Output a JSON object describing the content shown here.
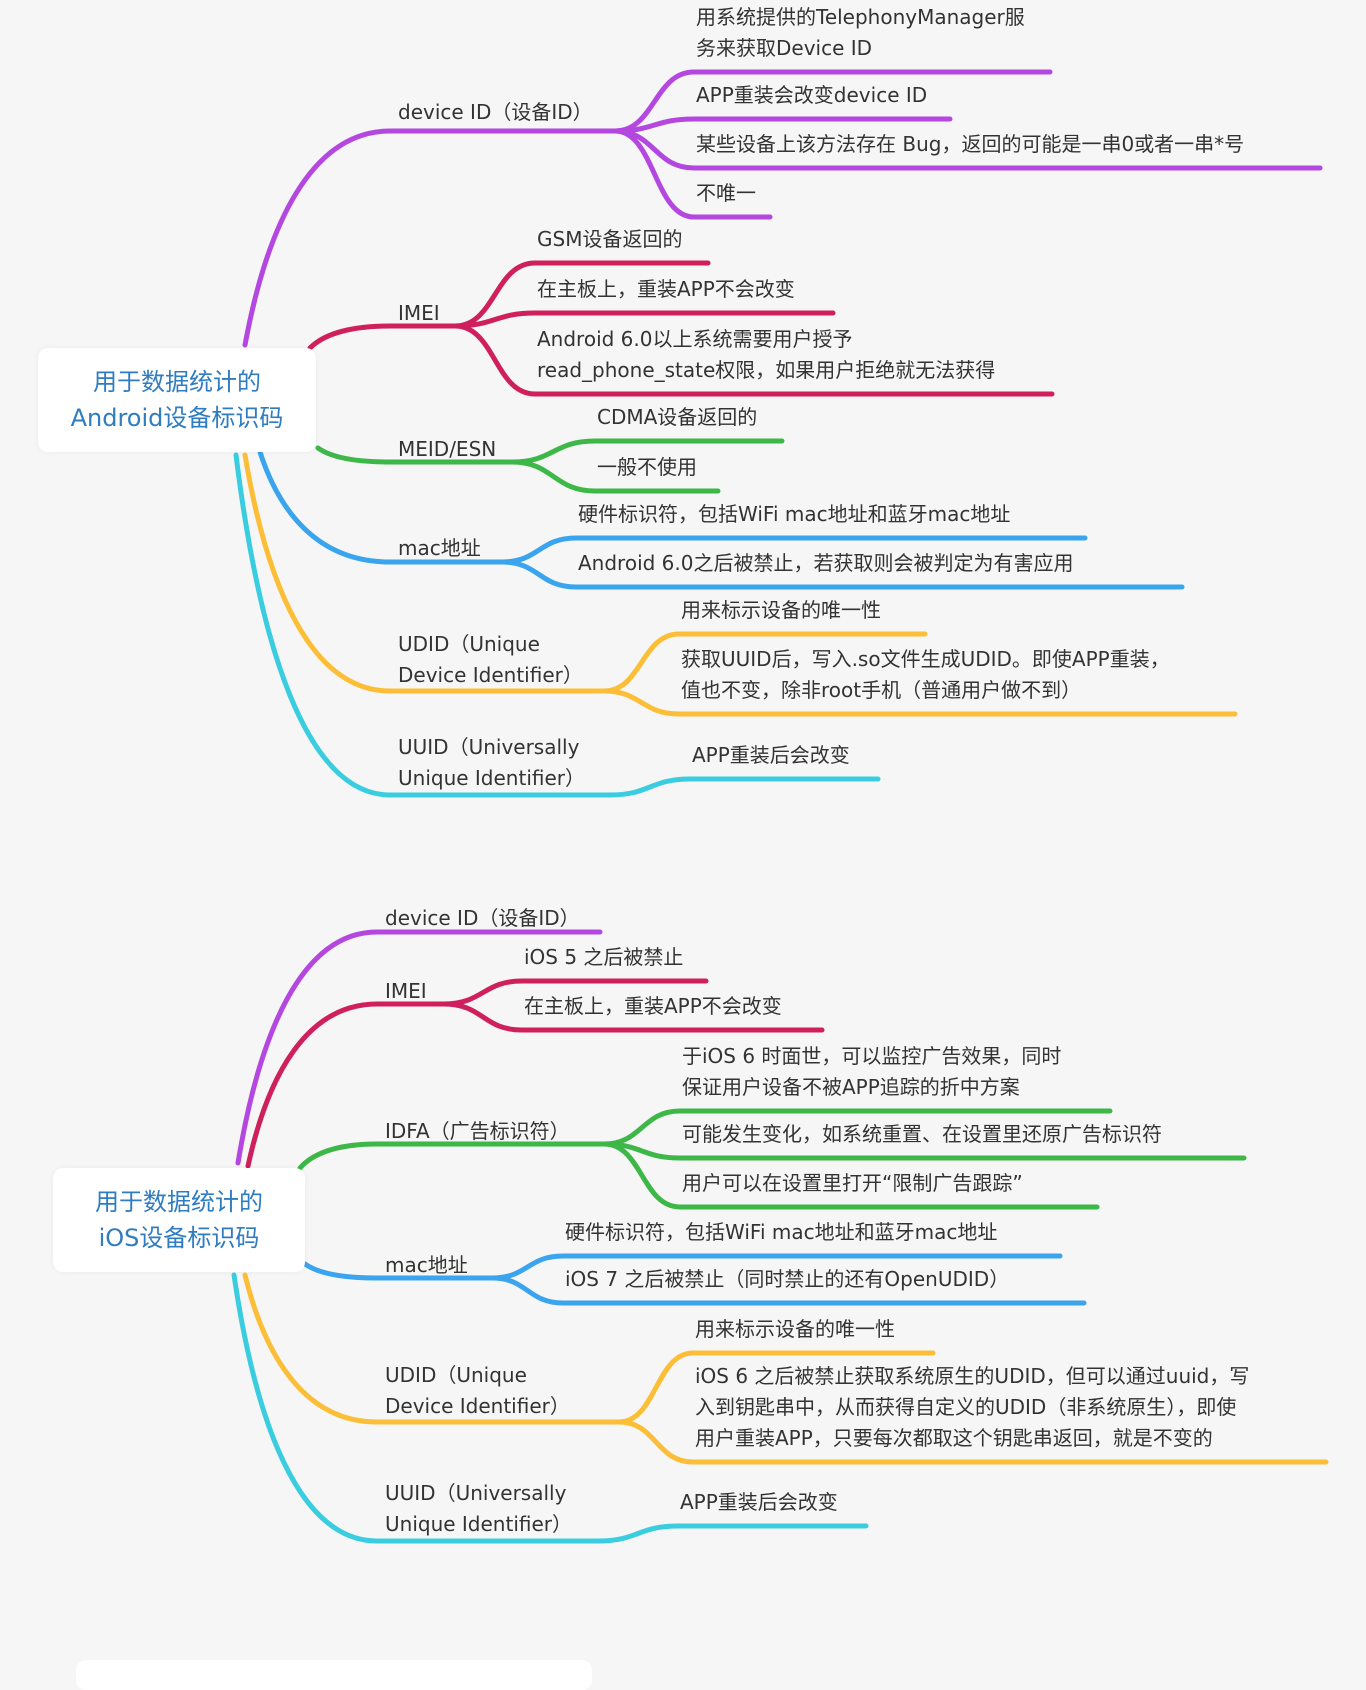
{
  "colors": {
    "purple": "#b447e0",
    "crimson": "#cf1f5c",
    "green": "#3db747",
    "blue": "#3aa4ef",
    "orange": "#fdbe37",
    "cyan": "#3acde0",
    "root_text": "#2f7cc0",
    "text": "#333333"
  },
  "maps": [
    {
      "root": "用于数据统计的\nAndroid设备标识码",
      "branches": [
        {
          "color": "purple",
          "label": "device ID（设备ID）",
          "children": [
            "用系统提供的TelephonyManager服\n务来获取Device ID",
            "APP重装会改变device ID",
            "某些设备上该方法存在 Bug，返回的可能是一串0或者一串*号",
            "不唯一"
          ]
        },
        {
          "color": "crimson",
          "label": "IMEI",
          "children": [
            "GSM设备返回的",
            "在主板上，重装APP不会改变",
            "Android 6.0以上系统需要用户授予\nread_phone_state权限，如果用户拒绝就无法获得"
          ]
        },
        {
          "color": "green",
          "label": "MEID/ESN",
          "children": [
            "CDMA设备返回的",
            "一般不使用"
          ]
        },
        {
          "color": "blue",
          "label": "mac地址",
          "children": [
            "硬件标识符，包括WiFi mac地址和蓝牙mac地址",
            "Android 6.0之后被禁止，若获取则会被判定为有害应用"
          ]
        },
        {
          "color": "orange",
          "label": "UDID（Unique\nDevice Identifier）",
          "children": [
            "用来标示设备的唯一性",
            "获取UUID后，写入.so文件生成UDID。即使APP重装，\n值也不变，除非root手机（普通用户做不到）"
          ]
        },
        {
          "color": "cyan",
          "label": "UUID（Universally\nUnique Identifier）",
          "children": [
            "APP重装后会改变"
          ]
        }
      ]
    },
    {
      "root": "用于数据统计的\niOS设备标识码",
      "branches": [
        {
          "color": "purple",
          "label": "device ID（设备ID）",
          "children": []
        },
        {
          "color": "crimson",
          "label": "IMEI",
          "children": [
            "iOS 5 之后被禁止",
            "在主板上，重装APP不会改变"
          ]
        },
        {
          "color": "green",
          "label": "IDFA（广告标识符）",
          "children": [
            "于iOS 6 时面世，可以监控广告效果，同时\n保证用户设备不被APP追踪的折中方案",
            "可能发生变化，如系统重置、在设置里还原广告标识符",
            "用户可以在设置里打开“限制广告跟踪”"
          ]
        },
        {
          "color": "blue",
          "label": "mac地址",
          "children": [
            "硬件标识符，包括WiFi mac地址和蓝牙mac地址",
            "iOS 7 之后被禁止（同时禁止的还有OpenUDID）"
          ]
        },
        {
          "color": "orange",
          "label": "UDID（Unique\nDevice Identifier）",
          "children": [
            "用来标示设备的唯一性",
            "iOS 6 之后被禁止获取系统原生的UDID，但可以通过uuid，写\n入到钥匙串中，从而获得自定义的UDID（非系统原生），即使\n用户重装APP，只要每次都取这个钥匙串返回，就是不变的"
          ]
        },
        {
          "color": "cyan",
          "label": "UUID（Universally\nUnique Identifier）",
          "children": [
            "APP重装后会改变"
          ]
        }
      ]
    }
  ]
}
